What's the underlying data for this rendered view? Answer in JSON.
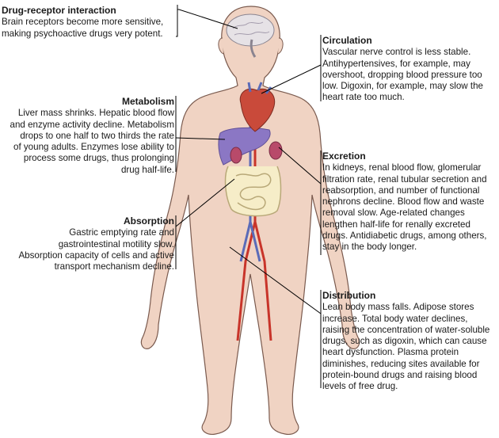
{
  "callouts": {
    "drug_receptor": {
      "title": "Drug-receptor interaction",
      "body": "Brain receptors become more sensitive,\nmaking psychoactive drugs very potent."
    },
    "circulation": {
      "title": "Circulation",
      "body": "Vascular nerve control is less stable.\nAntihypertensives, for example, may\novershoot, dropping blood pressure too\nlow. Digoxin, for example, may slow the\nheart rate too much."
    },
    "metabolism": {
      "title": "Metabolism",
      "body": "Liver mass shrinks. Hepatic blood flow\nand enzyme activity decline. Metabolism\ndrops to one half to two thirds the rate\nof young adults. Enzymes lose ability to\nprocess some drugs, thus prolonging\ndrug half-life."
    },
    "excretion": {
      "title": "Excretion",
      "body": "In kidneys, renal blood flow, glomerular\nfiltration rate, renal tubular secretion and\nreabsorption, and number of functional\nnephrons decline. Blood flow and waste\nremoval slow. Age-related changes\nlengthen half-life for renally excreted\ndrugs. Antidiabetic drugs, among others,\nstay in the body longer."
    },
    "absorption": {
      "title": "Absorption",
      "body": "Gastric emptying rate and\ngastrointestinal motility slow.\nAbsorption capacity of cells and active\ntransport mechanism decline."
    },
    "distribution": {
      "title": "Distribution",
      "body": "Lean body mass falls. Adipose stores\nincrease. Total body water declines,\nraising the concentration of water-soluble\ndrugs, such as digoxin, which can cause\nheart dysfunction. Plasma protein\ndiminishes, reducing sites available for\nprotein-bound drugs and raising blood\nlevels of free drug."
    }
  },
  "colors": {
    "skin": "#f0d3c3",
    "skin_outline": "#7a5a4e",
    "brain": "#e6e2e6",
    "heart": "#c94a3a",
    "liver": "#8b77c4",
    "kidney": "#b84a6a",
    "intestine": "#f6edc8",
    "vessel_red": "#c8342a",
    "vessel_blue": "#5a6bb8"
  }
}
